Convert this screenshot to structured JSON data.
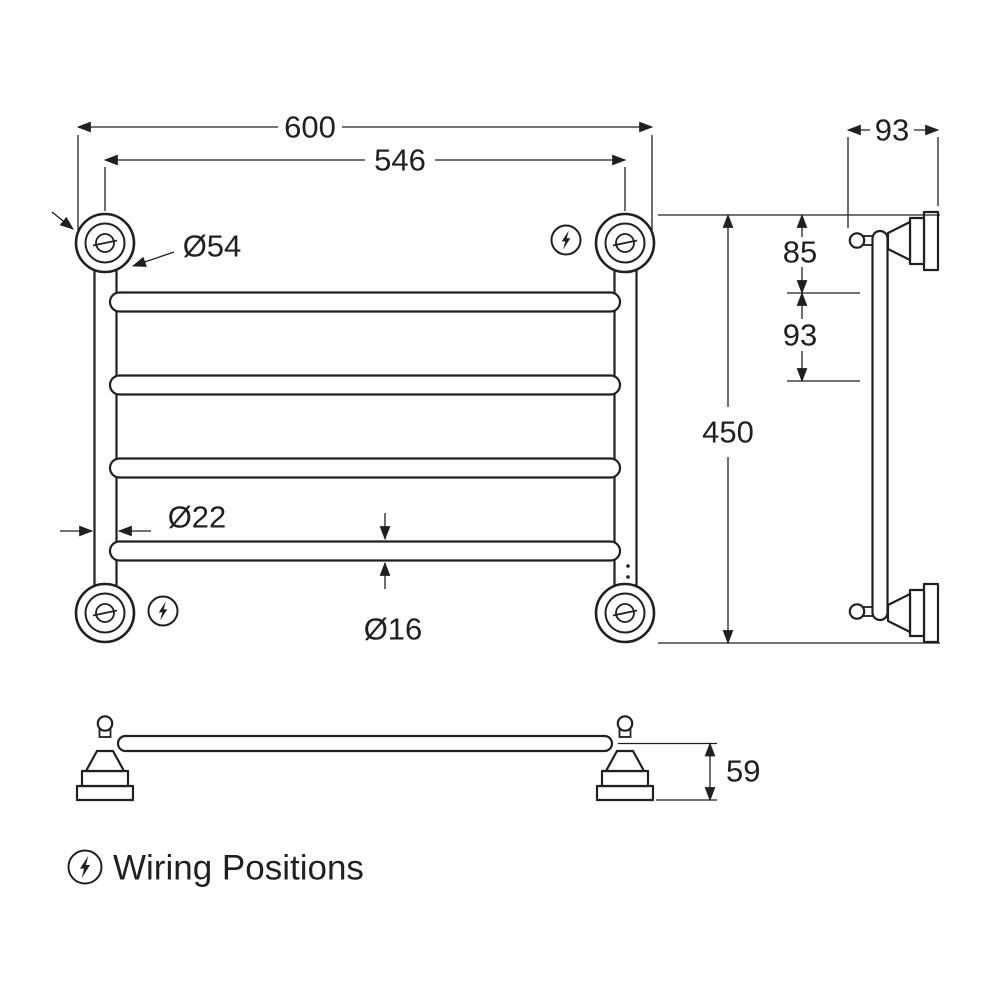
{
  "drawing": {
    "type": "technical-dimension-drawing",
    "subject": "heated-towel-rail-4-bar",
    "legend": {
      "label": "Wiring Positions"
    },
    "dimensions": {
      "overall_width": "600",
      "mounting_centers": "546",
      "side_projection": "93",
      "top_to_first_rail": "85",
      "rail_pitch": "93",
      "overall_height": "450",
      "flange_diameter": "Ø54",
      "post_diameter": "Ø22",
      "rail_diameter": "Ø16",
      "bracket_height": "59"
    },
    "colors": {
      "line": "#231f20",
      "background": "#ffffff"
    }
  }
}
